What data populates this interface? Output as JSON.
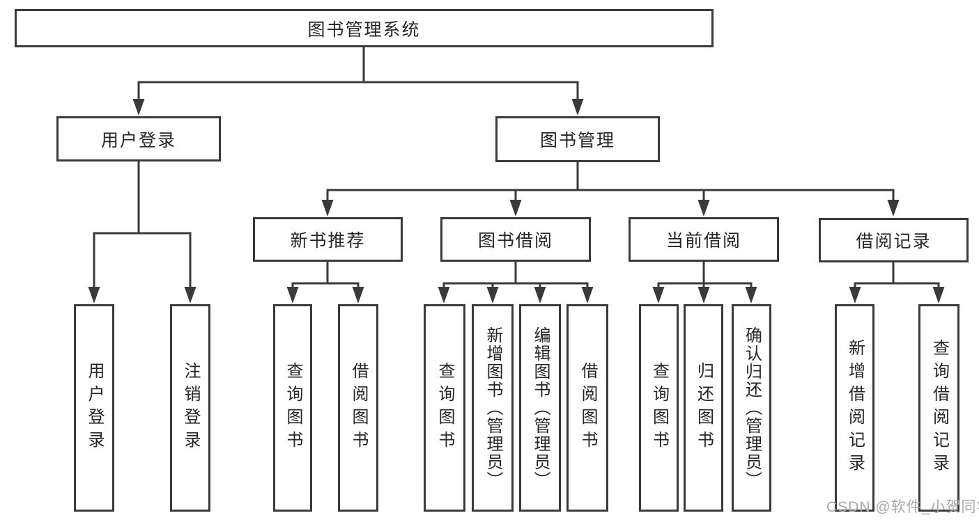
{
  "diagram": {
    "root": {
      "label": "图书管理系统"
    },
    "level2": [
      {
        "label": "用户登录"
      },
      {
        "label": "图书管理"
      }
    ],
    "level3": [
      {
        "label": "新书推荐",
        "parent": "图书管理"
      },
      {
        "label": "图书借阅",
        "parent": "图书管理"
      },
      {
        "label": "当前借阅",
        "parent": "图书管理"
      },
      {
        "label": "借阅记录",
        "parent": "图书管理"
      }
    ],
    "leaves": [
      {
        "label": "用户登录",
        "parent": "用户登录"
      },
      {
        "label": "注销登录",
        "parent": "用户登录"
      },
      {
        "label": "查询图书",
        "parent": "新书推荐"
      },
      {
        "label": "借阅图书",
        "parent": "新书推荐"
      },
      {
        "label": "查询图书",
        "parent": "图书借阅"
      },
      {
        "label": "新增图书（管理员）",
        "parent": "图书借阅"
      },
      {
        "label": "编辑图书（管理员）",
        "parent": "图书借阅"
      },
      {
        "label": "借阅图书",
        "parent": "图书借阅"
      },
      {
        "label": "查询图书",
        "parent": "当前借阅"
      },
      {
        "label": "归还图书",
        "parent": "当前借阅"
      },
      {
        "label": "确认归还（管理员）",
        "parent": "当前借阅"
      },
      {
        "label": "新增借阅记录",
        "parent": "借阅记录"
      },
      {
        "label": "查询借阅记录",
        "parent": "借阅记录"
      }
    ],
    "watermark": "CSDN @软件_小贺同学",
    "colors": {
      "line": "#3a3a3a",
      "box_border": "#3a3a3a",
      "box_fill": "#ffffff",
      "text": "#262626",
      "watermark": "#a8a8a8",
      "background": "#ffffff"
    }
  }
}
